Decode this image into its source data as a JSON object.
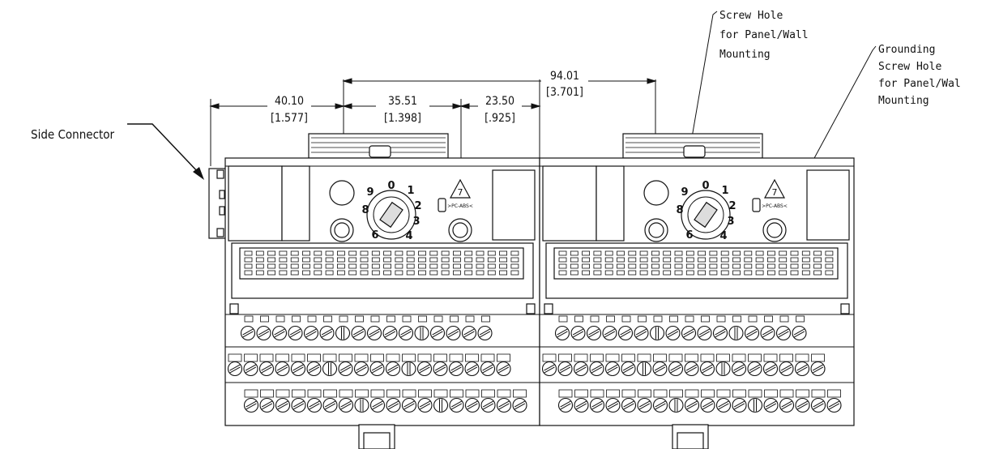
{
  "callouts": {
    "side_connector": "Side Connector",
    "screw_hole": [
      "Screw Hole",
      "for Panel/Wall",
      "Mounting"
    ],
    "grounding_hole": [
      "Grounding",
      "Screw Hole",
      "for Panel/Wal",
      "Mounting"
    ]
  },
  "dimensions": {
    "d1": {
      "mm": "40.10",
      "in": "[1.577]"
    },
    "d2": {
      "mm": "35.51",
      "in": "[1.398]"
    },
    "d3": {
      "mm": "23.50",
      "in": "[.925]"
    },
    "d4": {
      "mm": "94.01",
      "in": "[3.701]"
    }
  },
  "dial": {
    "digits": [
      "0",
      "1",
      "2",
      "3",
      "4",
      "6",
      "8",
      "9"
    ]
  },
  "recycle": {
    "code": "7",
    "material": ">PC-ABS<"
  },
  "terminal_rows": {
    "row1_screws": 16,
    "row2_screws": 18,
    "row3_screws": 18,
    "header_pins": 24
  }
}
